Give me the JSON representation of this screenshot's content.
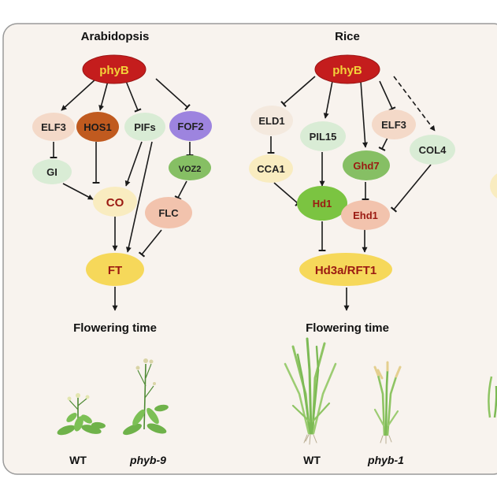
{
  "colors": {
    "panel_bg": "#f8f3ee",
    "panel_border": "#9a9a9a",
    "line": "#1a1a1a",
    "red_fill": "#c41d1d",
    "yellow_text": "#f3d23a",
    "yellow_fill": "#f6d85a",
    "dark_red_text": "#9b1a12",
    "peach_fill": "#f4d9c8",
    "light_green_fill": "#d9ecd5",
    "orange_brown_fill": "#c05a1f",
    "lavender_fill": "#9d84df",
    "mid_green_fill": "#86bf64",
    "bright_green_fill": "#7bc441",
    "pale_yellow_fill": "#f9ecc0",
    "salmon_fill": "#f2c3ad",
    "plant_green": "#6fb24a",
    "rice_green": "#8ec463",
    "rice_yellow": "#e4cf8f"
  },
  "arabidopsis": {
    "title": "Arabidopsis",
    "nodes": {
      "phyb": "phyB",
      "elf3": "ELF3",
      "hos1": "HOS1",
      "pifs": "PIFs",
      "fof2": "FOF2",
      "gi": "GI",
      "voz2": "VOZ2",
      "co": "CO",
      "flc": "FLC",
      "ft": "FT"
    },
    "phenotype_title": "Flowering time",
    "wt_label": "WT",
    "mutant_label": "phyb-9"
  },
  "rice": {
    "title": "Rice",
    "nodes": {
      "phyb": "phyB",
      "eld1": "ELD1",
      "pil15": "PIL15",
      "ghd7": "Ghd7",
      "elf3": "ELF3",
      "col4": "COL4",
      "cca1": "CCA1",
      "hd1": "Hd1",
      "ehd1": "Ehd1",
      "hd3a": "Hd3a/RFT1"
    },
    "phenotype_title": "Flowering time",
    "wt_label": "WT",
    "mutant_label": "phyb-1"
  }
}
